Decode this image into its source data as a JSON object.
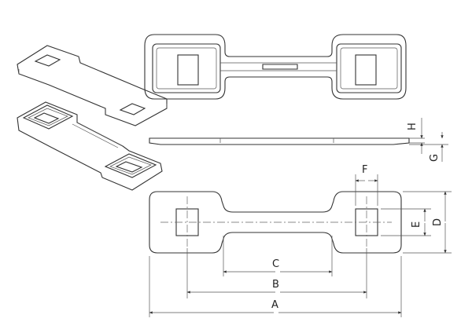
{
  "labels": {
    "A": "A",
    "B": "B",
    "C": "C",
    "D": "D",
    "E": "E",
    "F": "F",
    "G": "G",
    "H": "H"
  },
  "colors": {
    "line": "#333333",
    "background": "#ffffff"
  }
}
